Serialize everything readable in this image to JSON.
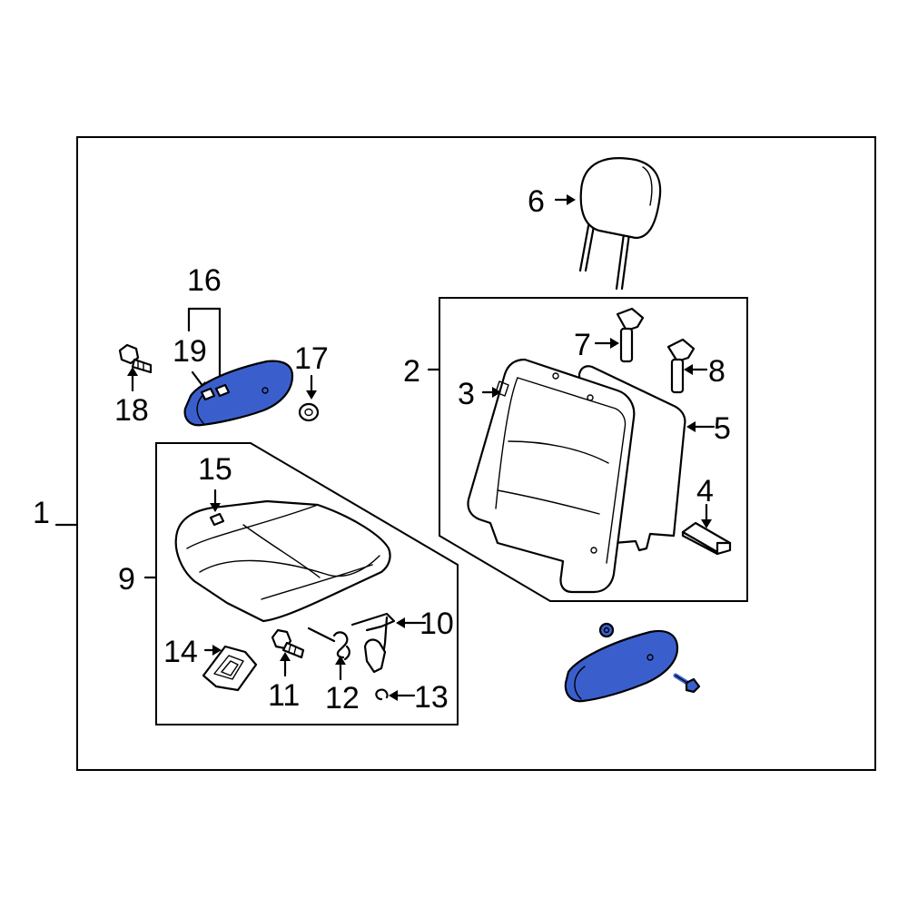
{
  "highlight_color": "#3a5fcd",
  "callouts": {
    "c1": "1",
    "c2": "2",
    "c3": "3",
    "c4": "4",
    "c5": "5",
    "c6": "6",
    "c7": "7",
    "c8": "8",
    "c9": "9",
    "c10": "10",
    "c11": "11",
    "c12": "12",
    "c13": "13",
    "c14": "14",
    "c15": "15",
    "c16": "16",
    "c17": "17",
    "c18": "18",
    "c19": "19"
  }
}
